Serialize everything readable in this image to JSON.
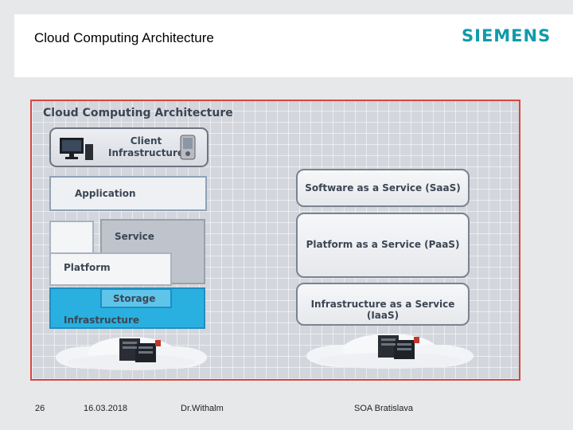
{
  "header": {
    "title": "Cloud Computing Architecture",
    "logo": "SIEMENS"
  },
  "diagram": {
    "title": "Cloud Computing Architecture",
    "left_stack": {
      "client": "Client\nInfrastructure",
      "application": "Application",
      "service": "Service",
      "platform": "Platform",
      "storage": "Storage",
      "infrastructure": "Infrastructure"
    },
    "right_stack": {
      "saas": "Software as a Service (SaaS)",
      "paas": "Platform as a Service (PaaS)",
      "iaas": "Infrastructure as a Service (IaaS)"
    }
  },
  "footer": {
    "page": "26",
    "date": "16.03.2018",
    "author": "Dr.Withalm",
    "event": "SOA Bratislava"
  },
  "colors": {
    "logo": "#0f9baa",
    "frame": "#d9463f",
    "infrastructure": "#29b0e0",
    "storage": "#5ec4ea",
    "label_text": "#3b4654"
  }
}
